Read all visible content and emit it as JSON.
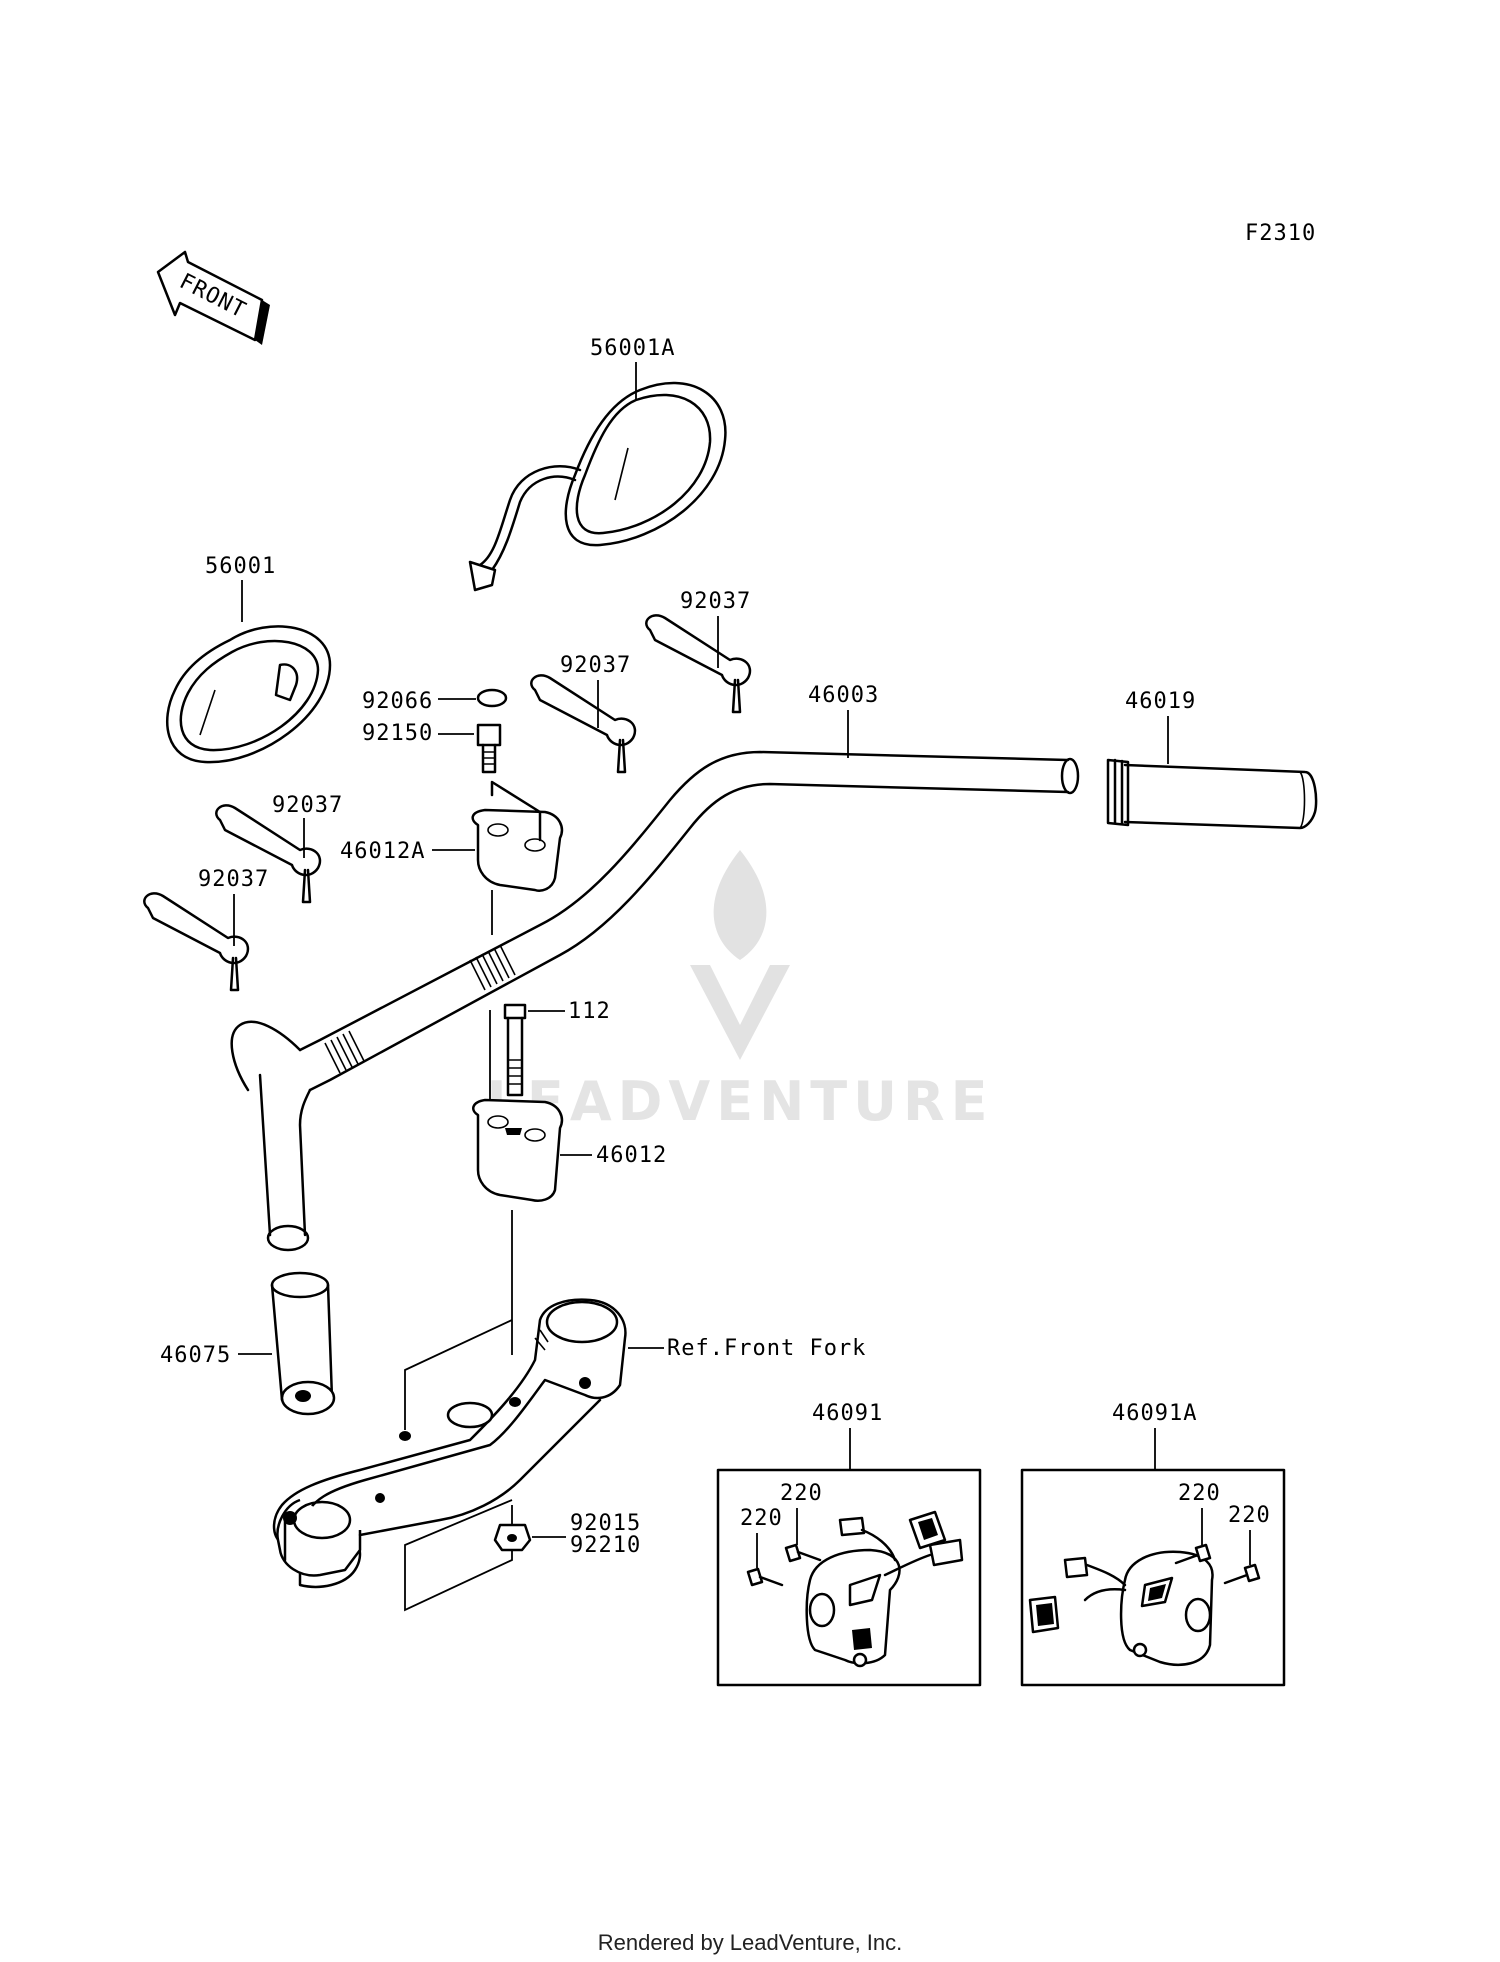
{
  "diagram_code": "F2310",
  "front_arrow_text": "FRONT",
  "watermark": "LEADVENTURE",
  "footer": "Rendered by LeadVenture, Inc.",
  "labels": {
    "p56001A": "56001A",
    "p56001": "56001",
    "p92037_a": "92037",
    "p92037_b": "92037",
    "p92037_c": "92037",
    "p92037_d": "92037",
    "p92066": "92066",
    "p92150": "92150",
    "p46003": "46003",
    "p46019": "46019",
    "p46012A": "46012A",
    "p112": "112",
    "p46012": "46012",
    "p46075": "46075",
    "ref_front_fork": "Ref.Front Fork",
    "p92015": "92015",
    "p92210": "92210",
    "p46091": "46091",
    "p46091A": "46091A",
    "p220_a": "220",
    "p220_b": "220",
    "p220_c": "220",
    "p220_d": "220"
  }
}
